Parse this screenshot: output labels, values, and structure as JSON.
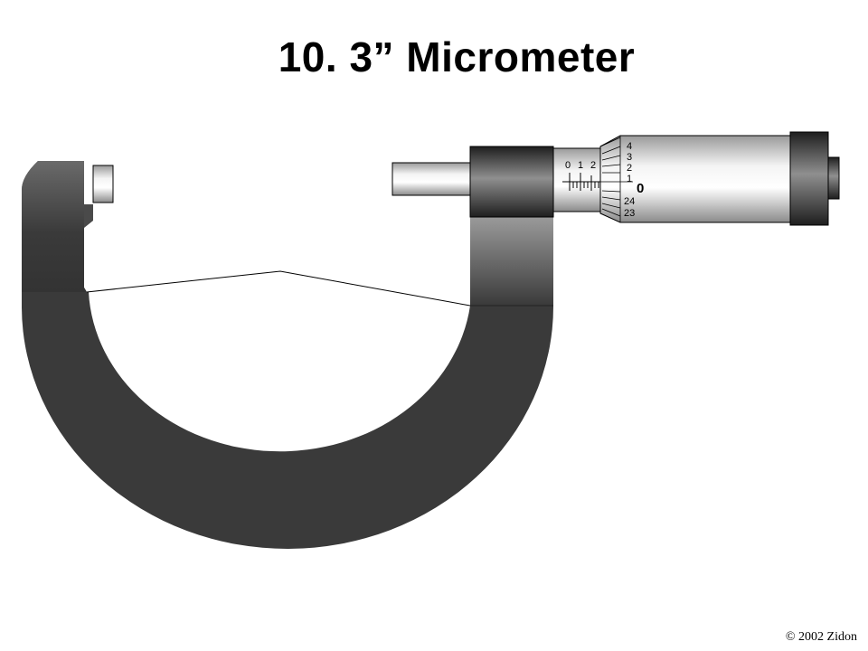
{
  "title": "10. 3” Micrometer",
  "copyright": "© 2002 Zidon",
  "sleeve_scale": {
    "labels": [
      "0",
      "1",
      "2"
    ]
  },
  "thimble_scale": {
    "labels_above": [
      "4",
      "3",
      "2",
      "1"
    ],
    "aligned_value": "0",
    "labels_below": [
      "24",
      "23"
    ]
  },
  "colors": {
    "frame": "#3a3a3a",
    "metal_light": "#f2f2f2",
    "metal_dark": "#555555"
  }
}
